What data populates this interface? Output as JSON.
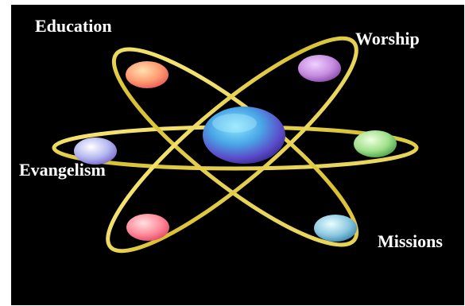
{
  "labels": {
    "education": "Education",
    "worship": "Worship",
    "evangelism": "Evangelism",
    "missions": "Missions"
  },
  "colors": {
    "background": "#000000",
    "orbit": "#e8d84a",
    "nucleus": "#4a6fd8",
    "electron_education": "#ff9a7a",
    "electron_worship": "#c68ce0",
    "electron_evangelism": "#b3b6f0",
    "electron_right": "#9fe08a",
    "electron_missions": "#8cc8e0",
    "electron_bottom_left": "#ff8a9a"
  }
}
